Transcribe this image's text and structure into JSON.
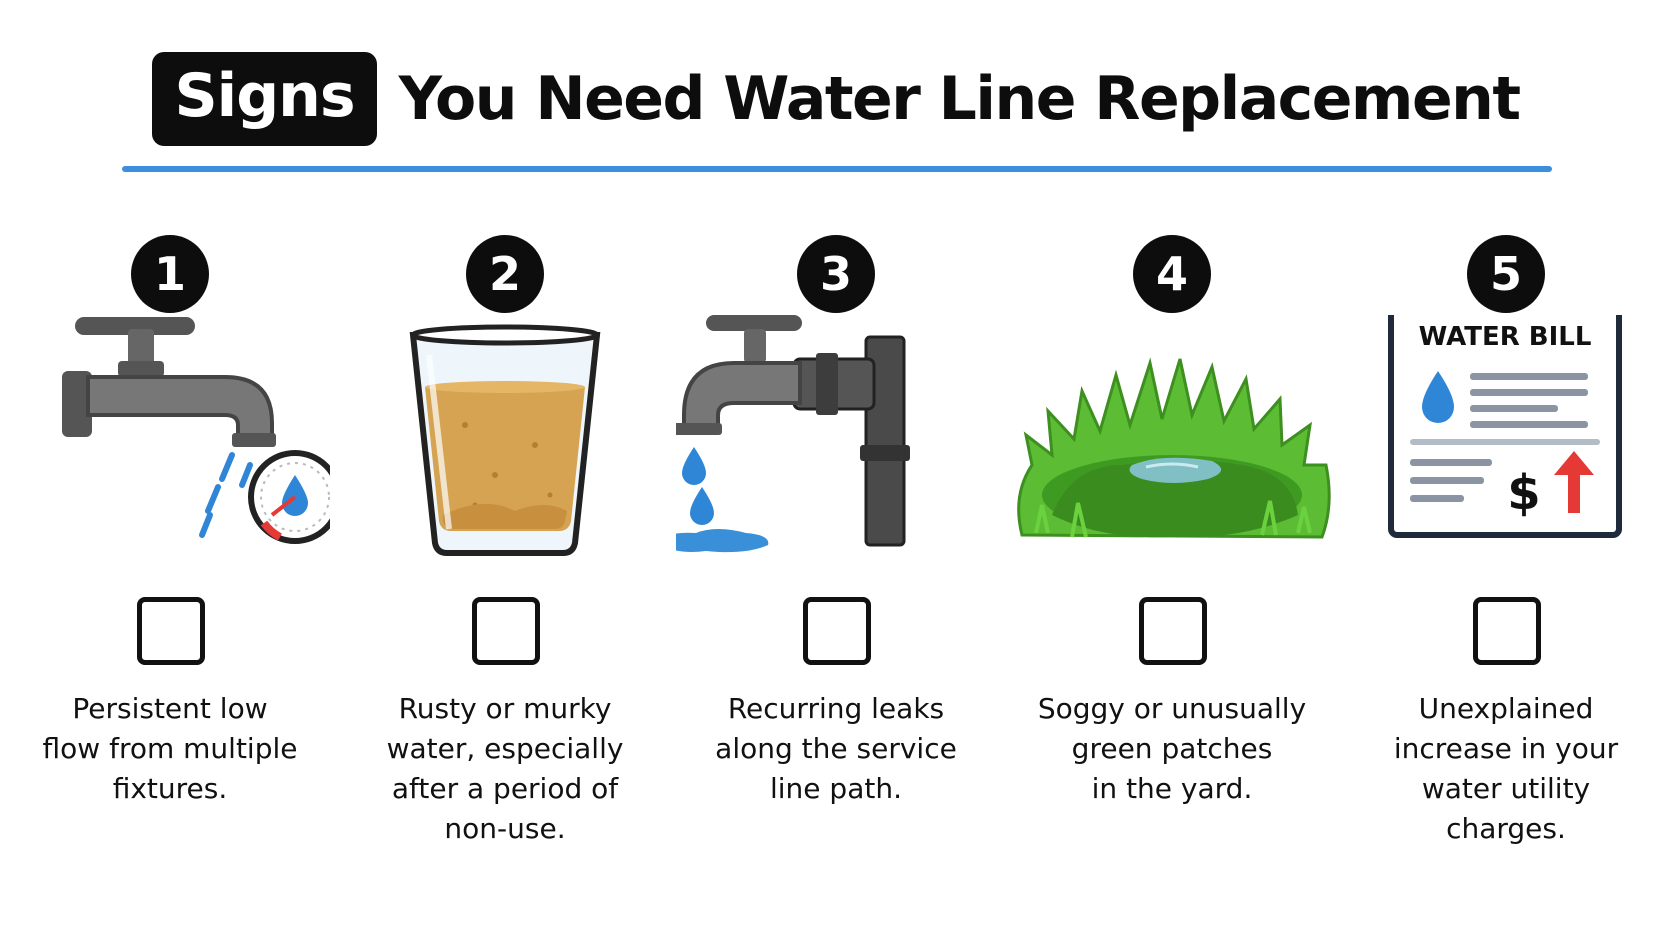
{
  "title": {
    "badge": "Signs",
    "rest": "You Need Water Line Replacement"
  },
  "colors": {
    "accent_rule": "#3b8fde",
    "water_blue": "#2f86d6",
    "grass_green": "#4fae2e",
    "alert_red": "#e53935"
  },
  "signs": [
    {
      "number": "1",
      "icon": "faucet-low-pressure-gauge-icon",
      "caption": "Persistent low\nflow from multiple\nfixtures.",
      "checked": false
    },
    {
      "number": "2",
      "icon": "murky-water-glass-icon",
      "caption": "Rusty or murky\nwater, especially\nafter a period of\nnon-use.",
      "checked": false
    },
    {
      "number": "3",
      "icon": "leaking-pipe-faucet-icon",
      "caption": "Recurring leaks\nalong the service\nline path.",
      "checked": false
    },
    {
      "number": "4",
      "icon": "soggy-green-grass-icon",
      "caption": "Soggy or unusually\ngreen patches\nin the yard.",
      "checked": false
    },
    {
      "number": "5",
      "icon": "water-bill-increase-icon",
      "caption": "Unexplained\nincrease in your\nwater utility\ncharges.",
      "checked": false,
      "bill_label": "WATER BILL",
      "bill_symbol": "$"
    }
  ]
}
